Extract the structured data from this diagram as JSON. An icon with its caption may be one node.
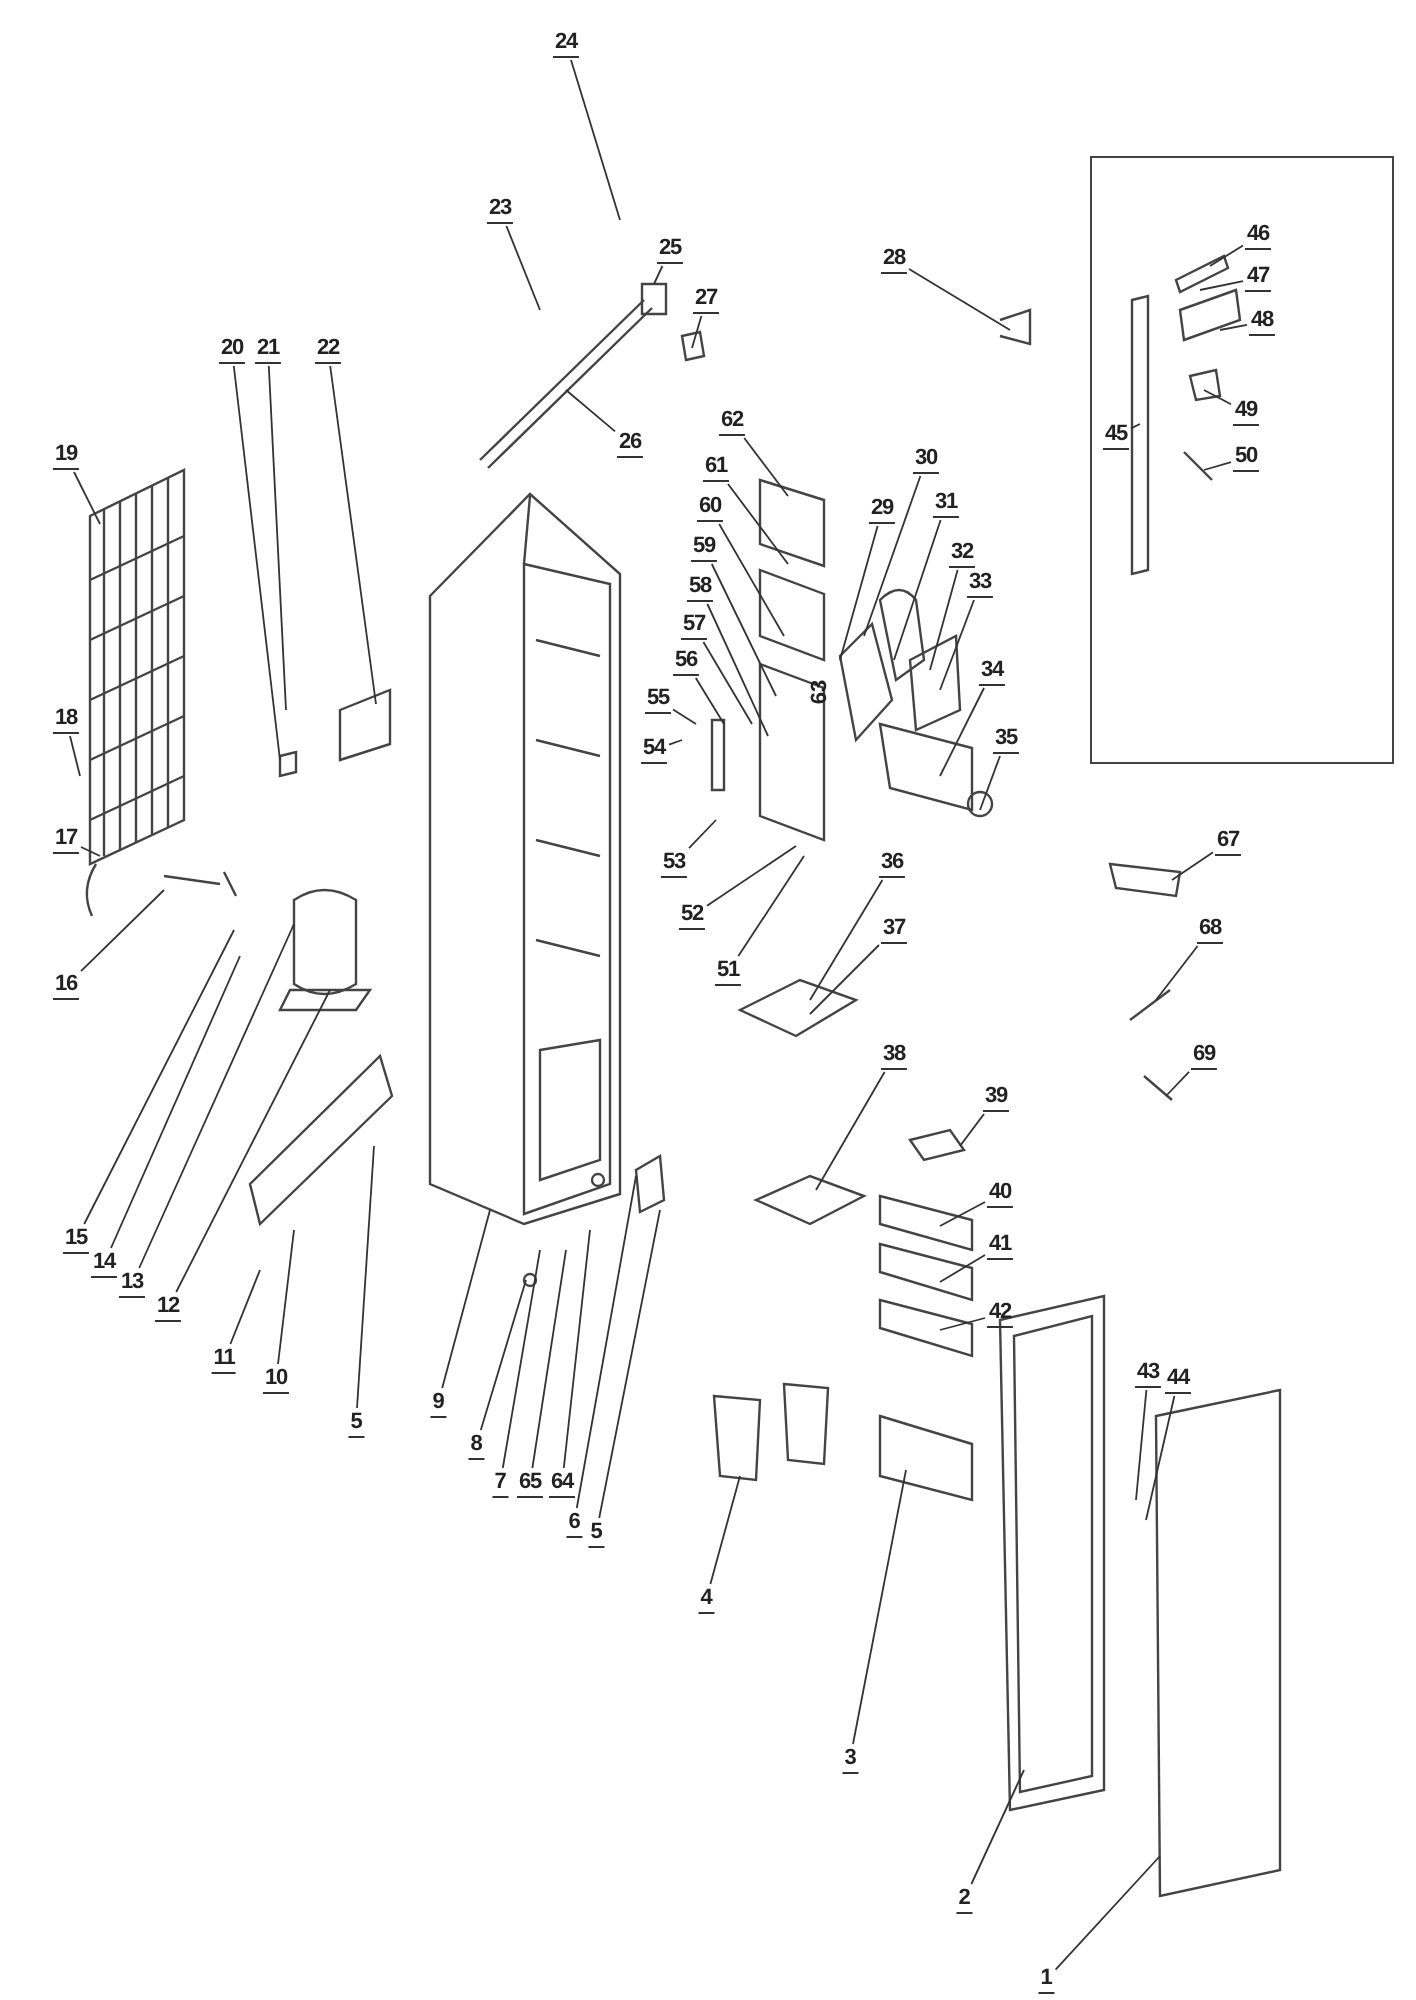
{
  "diagram": {
    "nodes": [
      {
        "text": [],
        "shape": "box"
      },
      {
        "text": [
          "24"
        ]
      },
      {
        "text": [
          "23"
        ]
      },
      {
        "text": [
          "25"
        ]
      },
      {
        "text": [
          "27"
        ]
      },
      {
        "text": [
          "26"
        ]
      },
      {
        "text": [
          "19"
        ]
      },
      {
        "text": [
          "20"
        ]
      },
      {
        "text": [
          "21"
        ]
      },
      {
        "text": [
          "22"
        ]
      },
      {
        "text": [
          "62"
        ]
      },
      {
        "text": [
          "61"
        ]
      },
      {
        "text": [
          "60"
        ]
      },
      {
        "text": [
          "59"
        ]
      },
      {
        "text": [
          "58"
        ]
      },
      {
        "text": [
          "57"
        ]
      },
      {
        "text": [
          "56"
        ]
      },
      {
        "text": [
          "55"
        ]
      },
      {
        "text": [
          "54"
        ]
      },
      {
        "text": [
          "53"
        ]
      },
      {
        "text": [
          "52"
        ]
      },
      {
        "text": [
          "51"
        ]
      },
      {
        "text": [
          "28"
        ]
      },
      {
        "text": [
          "30"
        ]
      },
      {
        "text": [
          "29"
        ]
      },
      {
        "text": [
          "31"
        ]
      },
      {
        "text": [
          "32"
        ]
      },
      {
        "text": [
          "33"
        ]
      },
      {
        "text": [
          "34"
        ]
      },
      {
        "text": [
          "35"
        ]
      },
      {
        "text": [
          "46"
        ],
        "in": 0
      },
      {
        "text": [
          "47"
        ],
        "in": 0
      },
      {
        "text": [
          "48"
        ],
        "in": 0
      },
      {
        "text": [
          "49"
        ],
        "in": 0
      },
      {
        "text": [
          "50"
        ],
        "in": 0
      },
      {
        "text": [
          "45"
        ],
        "in": 0
      },
      {
        "text": [
          "67"
        ]
      },
      {
        "text": [
          "68"
        ]
      },
      {
        "text": [
          "69"
        ]
      },
      {
        "text": [
          "36"
        ]
      },
      {
        "text": [
          "37"
        ]
      },
      {
        "text": [
          "38"
        ]
      },
      {
        "text": [
          "39"
        ]
      },
      {
        "text": [
          "40"
        ]
      },
      {
        "text": [
          "41"
        ]
      },
      {
        "text": [
          "42"
        ]
      },
      {
        "text": [
          "43"
        ]
      },
      {
        "text": [
          "44"
        ]
      },
      {
        "text": [
          "18"
        ]
      },
      {
        "text": [
          "17"
        ]
      },
      {
        "text": [
          "16"
        ]
      },
      {
        "text": [
          "15"
        ]
      },
      {
        "text": [
          "14"
        ]
      },
      {
        "text": [
          "13"
        ]
      },
      {
        "text": [
          "12"
        ]
      },
      {
        "text": [
          "11"
        ]
      },
      {
        "text": [
          "10"
        ]
      },
      {
        "text": [
          "5"
        ]
      },
      {
        "text": [
          "9"
        ]
      },
      {
        "text": [
          "8"
        ]
      },
      {
        "text": [
          "7"
        ]
      },
      {
        "text": [
          "65"
        ]
      },
      {
        "text": [
          "64"
        ]
      },
      {
        "text": [
          "6"
        ]
      },
      {
        "text": [
          "5"
        ]
      },
      {
        "text": [
          "4"
        ]
      },
      {
        "text": [
          "3"
        ]
      },
      {
        "text": [
          "2"
        ]
      },
      {
        "text": [
          "1"
        ]
      }
    ],
    "edges": [
      {
        "from": 1,
        "to": null,
        "arrow": "none"
      },
      {
        "from": 2,
        "to": null,
        "arrow": "none"
      },
      {
        "from": 3,
        "to": null,
        "arrow": "none"
      },
      {
        "from": 4,
        "to": null,
        "arrow": "none"
      },
      {
        "from": 5,
        "to": null,
        "arrow": "none"
      },
      {
        "from": 6,
        "to": null,
        "arrow": "none"
      },
      {
        "from": 7,
        "to": null,
        "arrow": "none"
      },
      {
        "from": 8,
        "to": null,
        "arrow": "none"
      },
      {
        "from": 9,
        "to": null,
        "arrow": "none"
      },
      {
        "from": 10,
        "to": null,
        "arrow": "none"
      },
      {
        "from": 11,
        "to": null,
        "arrow": "none"
      },
      {
        "from": 12,
        "to": null,
        "arrow": "none"
      },
      {
        "from": 13,
        "to": null,
        "arrow": "none"
      },
      {
        "from": 14,
        "to": null,
        "arrow": "none"
      },
      {
        "from": 15,
        "to": null,
        "arrow": "none"
      },
      {
        "from": 16,
        "to": null,
        "arrow": "none"
      },
      {
        "from": 17,
        "to": null,
        "arrow": "none"
      },
      {
        "from": 18,
        "to": null,
        "arrow": "none"
      },
      {
        "from": 19,
        "to": null,
        "arrow": "none"
      },
      {
        "from": 20,
        "to": null,
        "arrow": "none"
      },
      {
        "from": 21,
        "to": null,
        "arrow": "none"
      },
      {
        "from": 22,
        "to": null,
        "arrow": "none"
      },
      {
        "from": 23,
        "to": null,
        "arrow": "none"
      },
      {
        "from": 24,
        "to": null,
        "arrow": "none"
      },
      {
        "from": 25,
        "to": null,
        "arrow": "none"
      },
      {
        "from": 26,
        "to": null,
        "arrow": "none"
      },
      {
        "from": 27,
        "to": null,
        "arrow": "none"
      },
      {
        "from": 28,
        "to": null,
        "arrow": "none"
      },
      {
        "from": 29,
        "to": null,
        "arrow": "none"
      },
      {
        "from": 30,
        "to": null,
        "arrow": "none"
      },
      {
        "from": 31,
        "to": null,
        "arrow": "none"
      },
      {
        "from": 32,
        "to": null,
        "arrow": "none"
      },
      {
        "from": 33,
        "to": null,
        "arrow": "none"
      },
      {
        "from": 34,
        "to": null,
        "arrow": "none"
      },
      {
        "from": 35,
        "to": null,
        "arrow": "none"
      },
      {
        "from": 36,
        "to": null,
        "arrow": "none"
      },
      {
        "from": 37,
        "to": null,
        "arrow": "none"
      },
      {
        "from": 38,
        "to": null,
        "arrow": "none"
      },
      {
        "from": 39,
        "to": null,
        "arrow": "none"
      },
      {
        "from": 40,
        "to": null,
        "arrow": "none"
      },
      {
        "from": 41,
        "to": null,
        "arrow": "none"
      },
      {
        "from": 42,
        "to": null,
        "arrow": "none"
      },
      {
        "from": 43,
        "to": null,
        "arrow": "none"
      },
      {
        "from": 44,
        "to": null,
        "arrow": "none"
      },
      {
        "from": 45,
        "to": null,
        "arrow": "none"
      },
      {
        "from": 46,
        "to": null,
        "arrow": "none"
      },
      {
        "from": 47,
        "to": null,
        "arrow": "none"
      },
      {
        "from": 48,
        "to": null,
        "arrow": "none"
      },
      {
        "from": 49,
        "to": null,
        "arrow": "none"
      },
      {
        "from": 50,
        "to": null,
        "arrow": "none"
      },
      {
        "from": 51,
        "to": null,
        "arrow": "none"
      },
      {
        "from": 52,
        "to": null,
        "arrow": "none"
      },
      {
        "from": 53,
        "to": null,
        "arrow": "none"
      },
      {
        "from": 54,
        "to": null,
        "arrow": "none"
      },
      {
        "from": 55,
        "to": null,
        "arrow": "none"
      },
      {
        "from": 56,
        "to": null,
        "arrow": "none"
      },
      {
        "from": 57,
        "to": null,
        "arrow": "none"
      },
      {
        "from": 58,
        "to": null,
        "arrow": "none"
      },
      {
        "from": 59,
        "to": null,
        "arrow": "none"
      },
      {
        "from": 60,
        "to": null,
        "arrow": "none"
      },
      {
        "from": 61,
        "to": null,
        "arrow": "none"
      },
      {
        "from": 62,
        "to": null,
        "arrow": "none"
      },
      {
        "from": 63,
        "to": null,
        "arrow": "none"
      },
      {
        "from": 64,
        "to": null,
        "arrow": "none"
      },
      {
        "from": 65,
        "to": null,
        "arrow": "none"
      },
      {
        "from": 66,
        "to": null,
        "arrow": "none"
      },
      {
        "from": 67,
        "to": null,
        "arrow": "none"
      },
      {
        "from": 68,
        "to": null,
        "arrow": "none"
      }
    ],
    "labels": [
      "63"
    ]
  }
}
